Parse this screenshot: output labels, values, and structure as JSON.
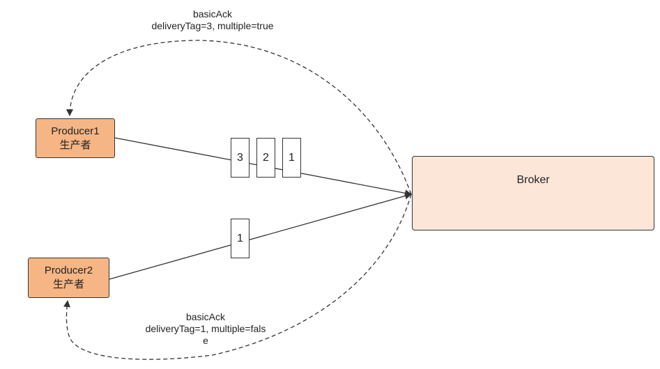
{
  "producer1": {
    "name": "Producer1",
    "subtitle": "生产者"
  },
  "producer2": {
    "name": "Producer2",
    "subtitle": "生产者"
  },
  "broker": {
    "name": "Broker"
  },
  "messages_p1": [
    "3",
    "2",
    "1"
  ],
  "messages_p2": [
    "1"
  ],
  "ack1": {
    "line1": "basicAck",
    "line2": "deliveryTag=3, multiple=true"
  },
  "ack2": {
    "line1": "basicAck",
    "line2": "deliveryTag=1, multiple=fals",
    "line3": "e"
  },
  "colors": {
    "producer": "#f6b584",
    "broker": "#fbe6d8",
    "stroke": "#333333"
  }
}
